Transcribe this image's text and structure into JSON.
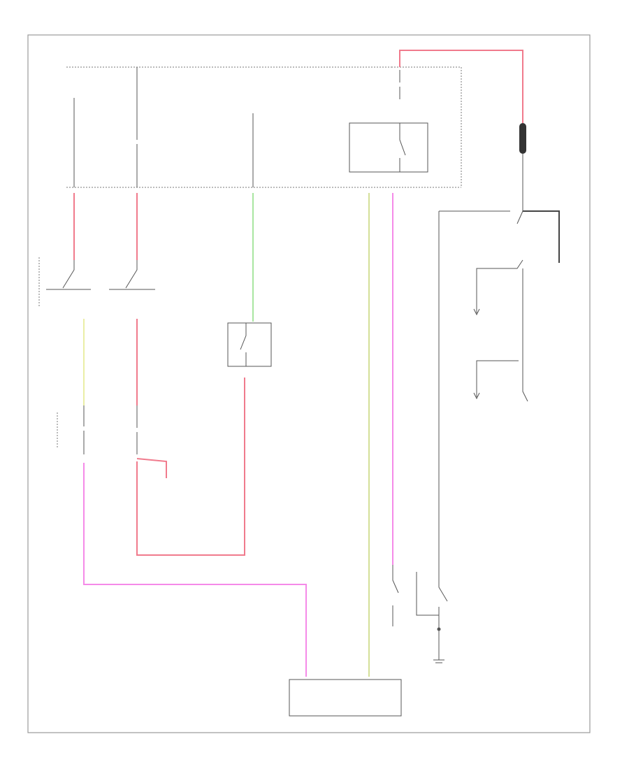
{
  "colors": {
    "red": "#f07a8c",
    "pink": "#f58ae8",
    "green": "#a8e6a0",
    "yellow": "#eaeea6",
    "yellow_green": "#d4df98",
    "black": "#555555",
    "fuse": "#333333"
  },
  "icons": {
    "fuse": "fusible-link",
    "ground": "ground-symbol",
    "switch": "relay-contact"
  },
  "labels": {
    "bus_label": "",
    "fuse_box": "",
    "fuse_a": "",
    "fuse_b": "",
    "relay": "",
    "relay_term_1": "",
    "relay_term_2": "",
    "fusible_link": "",
    "wire_red_top": "",
    "ignition_switch": "",
    "generator": "",
    "dest_1": "",
    "dest_2": "",
    "dest_3": "",
    "neutral_switch": "",
    "junction_box": "",
    "buzzer": "",
    "starter_motor": "",
    "starter_solenoid": "",
    "module_box": "",
    "module_term_1": "",
    "module_term_2": "",
    "footer": ""
  }
}
